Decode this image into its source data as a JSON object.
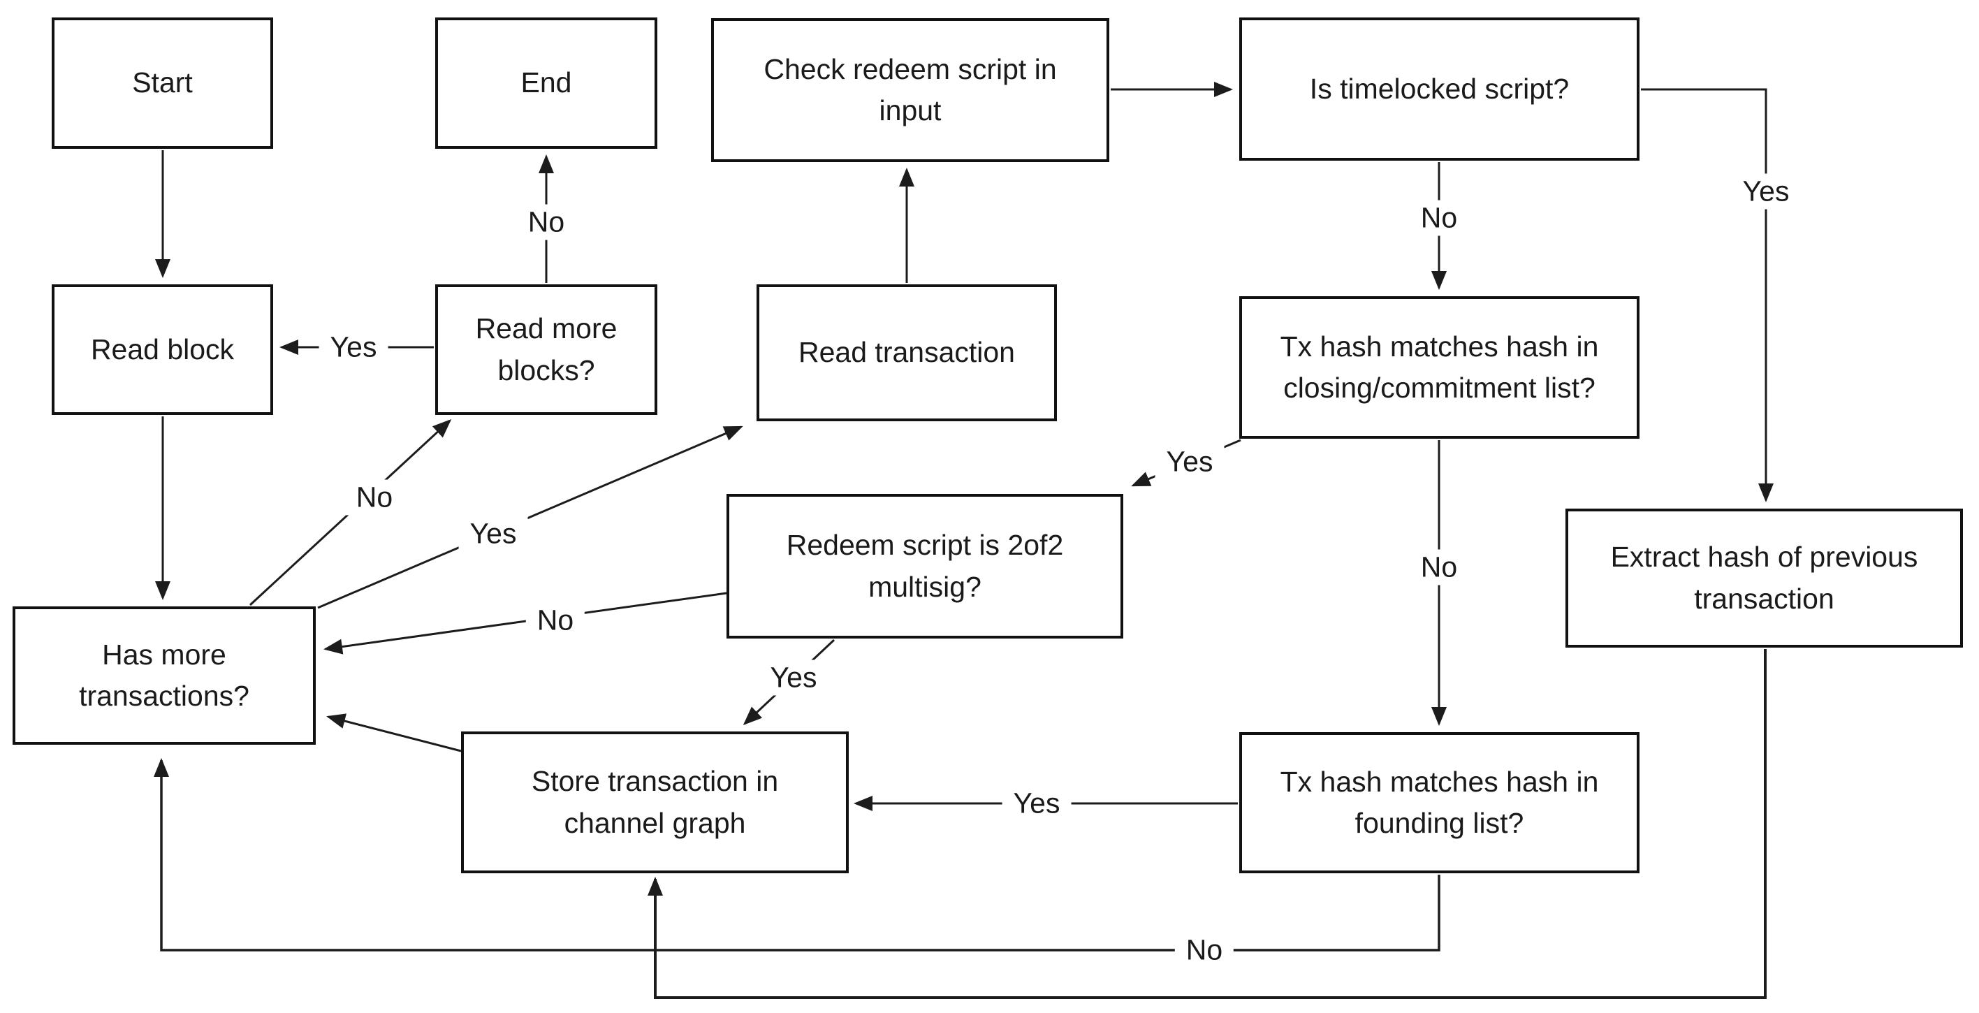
{
  "diagram_type": "flowchart",
  "colors": {
    "background": "#ffffff",
    "box_border": "#111111",
    "line": "#1c1c1c",
    "text": "#1a1a1a"
  },
  "nodes": {
    "start": "Start",
    "end": "End",
    "check_redeem_script": "Check redeem script in\ninput",
    "is_timelocked": "Is timelocked script?",
    "read_block": "Read block",
    "read_more_blocks": "Read more\nblocks?",
    "read_transaction": "Read transaction",
    "closing_commitment_list": "Tx hash matches hash in\nclosing/commitment list?",
    "redeem_2of2": "Redeem script is 2of2\nmultisig?",
    "extract_hash": "Extract hash of previous\ntransaction",
    "has_more_transactions": "Has more\ntransactions?",
    "store_transaction": "Store transaction in\nchannel graph",
    "founding_list": "Tx hash matches hash in\nfounding list?"
  },
  "edge_labels": {
    "read_more_to_end": "No",
    "read_more_to_read_block": "Yes",
    "timelocked_to_closing": "No",
    "timelocked_to_extract": "Yes",
    "closing_to_redeem": "Yes",
    "closing_to_founding": "No",
    "has_more_to_read_more": "No",
    "has_more_to_read_transaction": "Yes",
    "redeem_to_has_more": "No",
    "redeem_to_store": "Yes",
    "founding_to_store": "Yes",
    "founding_to_has_more": "No"
  }
}
